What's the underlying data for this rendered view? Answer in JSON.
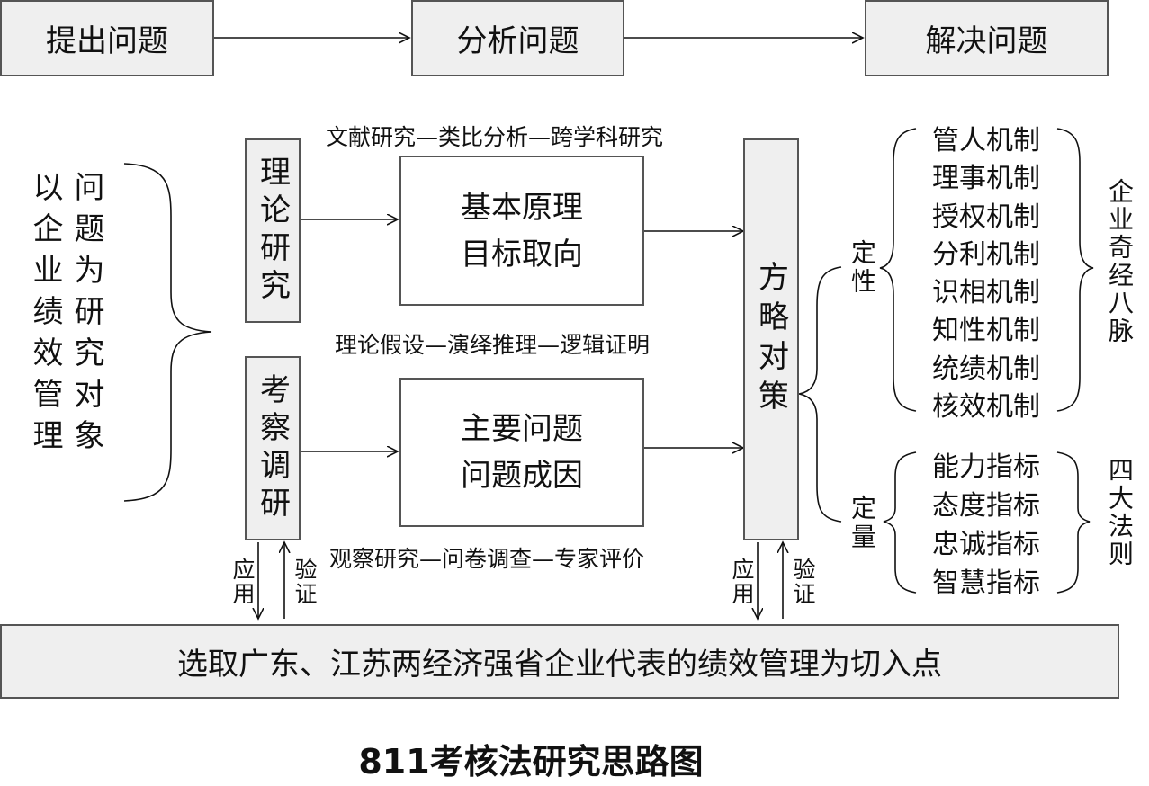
{
  "top_flow": {
    "step1": "提出问题",
    "step2": "分析问题",
    "step3": "解决问题"
  },
  "left_vertical": {
    "col1": "以企业绩效管理",
    "col2": "问题为研究对象"
  },
  "research": {
    "theory_label": "理论研究",
    "survey_label": "考察调研",
    "theory_methods": "文献研究—类比分析—跨学科研究",
    "theory_line1": "基本原理",
    "theory_line2": "目标取向",
    "middle_methods": "理论假设—演绎推理—逻辑证明",
    "survey_line1": "主要问题",
    "survey_line2": "问题成因",
    "survey_methods": "观察研究—问卷调查—专家评价"
  },
  "strategy_label": "方略对策",
  "arrows": {
    "apply": "应用",
    "verify": "验证"
  },
  "qualitative": {
    "label": "定性",
    "items": [
      "管人机制",
      "理事机制",
      "授权机制",
      "分利机制",
      "识相机制",
      "知性机制",
      "统绩机制",
      "核效机制"
    ],
    "group": "企业奇经八脉"
  },
  "quantitative": {
    "label": "定量",
    "items": [
      "能力指标",
      "态度指标",
      "忠诚指标",
      "智慧指标"
    ],
    "group": "四大法则"
  },
  "bottom_bar": "选取广东、江苏两经济强省企业代表的绩效管理为切入点",
  "caption": "811考核法研究思路图"
}
